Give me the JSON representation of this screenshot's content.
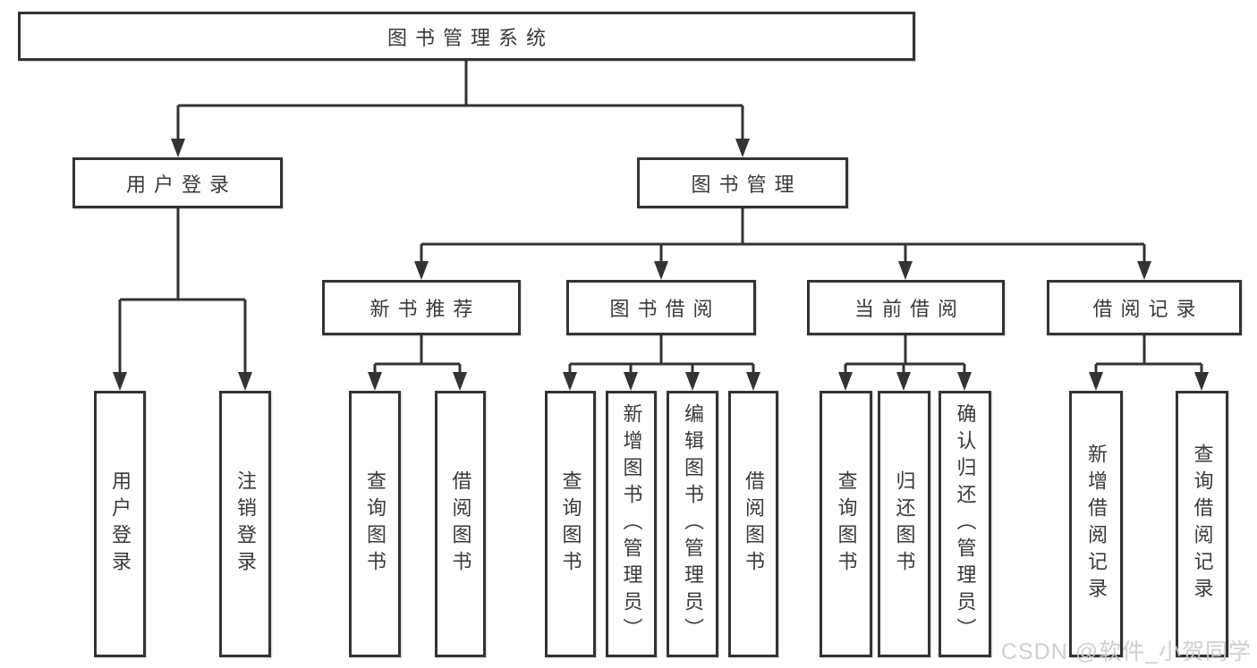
{
  "diagram": {
    "root": {
      "label": "图书管理系统"
    },
    "level2": {
      "user_login": {
        "label": "用户登录"
      },
      "book_management": {
        "label": "图书管理"
      }
    },
    "level3": {
      "new_book_recommend": {
        "label": "新书推荐"
      },
      "book_borrow": {
        "label": "图书借阅"
      },
      "current_borrow": {
        "label": "当前借阅"
      },
      "borrow_records": {
        "label": "借阅记录"
      }
    },
    "leaves": {
      "user_login": [
        "用户登录",
        "注销登录"
      ],
      "new_book_recommend": [
        "查询图书",
        "借阅图书"
      ],
      "book_borrow": [
        "查询图书",
        "新增图书（管理员）",
        "编辑图书（管理员）",
        "借阅图书"
      ],
      "current_borrow": [
        "查询图书",
        "归还图书",
        "确认归还（管理员）"
      ],
      "borrow_records": [
        "新增借阅记录",
        "查询借阅记录"
      ]
    }
  },
  "watermark": {
    "text": "CSDN @软件_小贺同学"
  },
  "colors": {
    "line": "#333333",
    "box_border": "#333333",
    "text": "#3a3a3a",
    "watermark": "#cccccc",
    "background": "#ffffff"
  }
}
